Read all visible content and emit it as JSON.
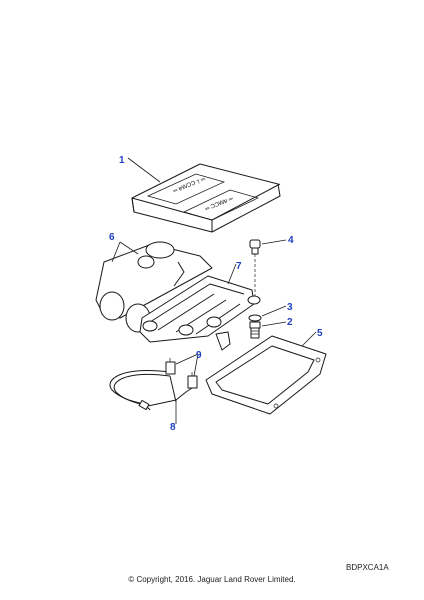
{
  "callouts": {
    "c1": "1",
    "c2": "2",
    "c3": "3",
    "c4": "4",
    "c5": "5",
    "c6": "6",
    "c7": "7",
    "c8": "8",
    "c9": "9"
  },
  "footer": {
    "ref_code": "BDPXCA1A",
    "copyright": "© Copyright, 2016. Jaguar Land Rover Limited."
  },
  "colors": {
    "callout": "#1f3fbf",
    "line": "#1a1a1a"
  }
}
